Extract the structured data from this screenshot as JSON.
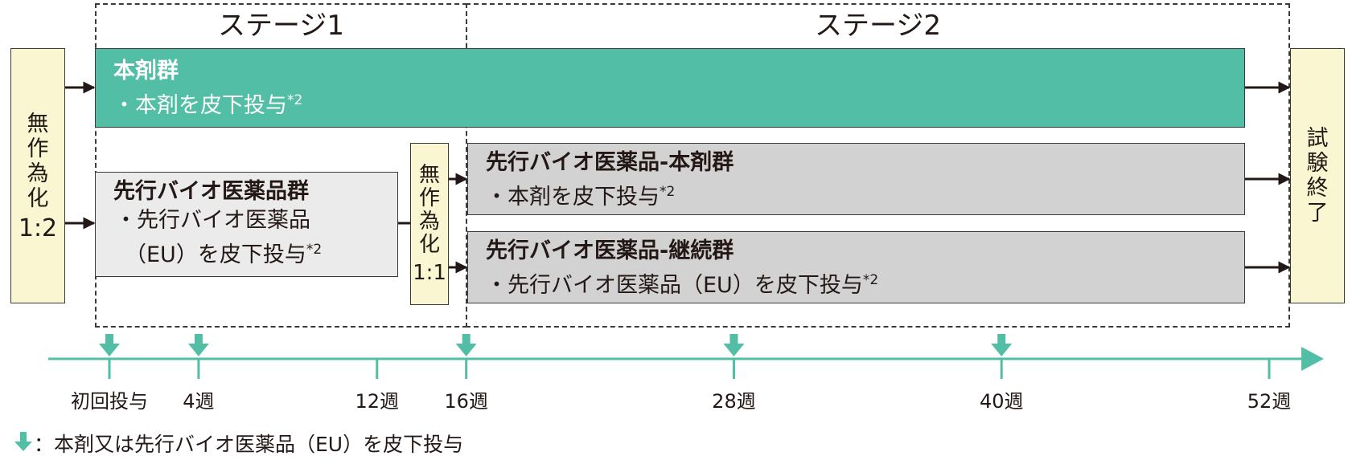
{
  "stages": [
    {
      "label": "ステージ1"
    },
    {
      "label": "ステージ2"
    }
  ],
  "randomization_main": {
    "chars": [
      "無",
      "作",
      "為",
      "化"
    ],
    "ratio": "1:2"
  },
  "randomization_second": {
    "chars": [
      "無",
      "作",
      "為",
      "化"
    ],
    "ratio": "1:1"
  },
  "trial_end": {
    "chars": [
      "試",
      "験",
      "終",
      "了"
    ]
  },
  "arms": {
    "main": {
      "title": "本剤群",
      "detail": "・本剤を皮下投与",
      "note": "*2"
    },
    "reference": {
      "title": "先行バイオ医薬品群",
      "detail_line1": "・先行バイオ医薬品",
      "detail_line2": "（EU）を皮下投与",
      "note": "*2"
    },
    "switch": {
      "title": "先行バイオ医薬品-本剤群",
      "detail": "・本剤を皮下投与",
      "note": "*2"
    },
    "continue": {
      "title": "先行バイオ医薬品-継続群",
      "detail": "・先行バイオ医薬品（EU）を皮下投与",
      "note": "*2"
    }
  },
  "timeline": {
    "ticks": [
      {
        "label": "初回投与",
        "week": 0,
        "dose": true
      },
      {
        "label": "4週",
        "week": 4,
        "dose": true
      },
      {
        "label": "12週",
        "week": 12,
        "dose": false
      },
      {
        "label": "16週",
        "week": 16,
        "dose": true
      },
      {
        "label": "28週",
        "week": 28,
        "dose": true
      },
      {
        "label": "40週",
        "week": 40,
        "dose": true
      },
      {
        "label": "52週",
        "week": 52,
        "dose": false
      }
    ]
  },
  "legend": {
    "text": "：本剤又は先行バイオ医薬品（EU）を皮下投与",
    "icon": "down-arrow-icon"
  },
  "colors": {
    "green": "#52bea5",
    "cream": "#fbf6d2",
    "light_gray": "#ebebeb",
    "gray": "#d2d2d2",
    "line": "#231815"
  }
}
